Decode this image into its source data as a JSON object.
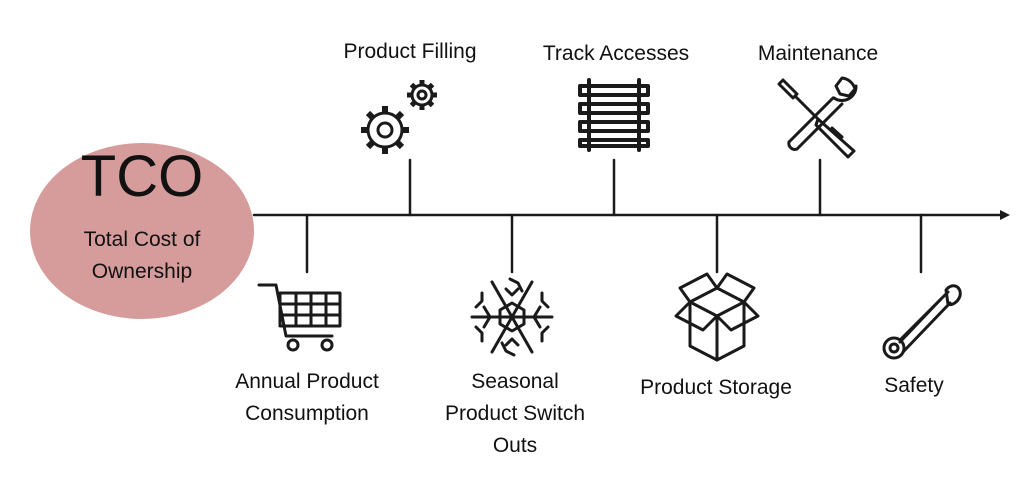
{
  "center": {
    "abbreviation": "TCO",
    "full_name": "Total Cost of\nOwnership",
    "fill_color": "#d69b9b"
  },
  "milestones": [
    {
      "label": "Product Filling",
      "position": "above",
      "icon": "gears-icon"
    },
    {
      "label": "Track Accesses",
      "position": "above",
      "icon": "railway-track-icon"
    },
    {
      "label": "Maintenance",
      "position": "above",
      "icon": "wrench-screwdriver-icon"
    },
    {
      "label": "Annual Product\nConsumption",
      "position": "below",
      "icon": "shopping-cart-icon"
    },
    {
      "label": "Seasonal\nProduct Switch\nOuts",
      "position": "below",
      "icon": "snowflake-icon"
    },
    {
      "label": "Product Storage",
      "position": "below",
      "icon": "open-box-icon"
    },
    {
      "label": "Safety",
      "position": "below",
      "icon": "safety-pin-icon"
    }
  ]
}
